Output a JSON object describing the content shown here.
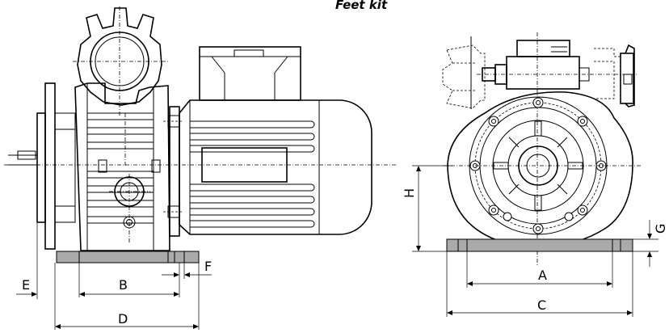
{
  "title": "Feet kit",
  "dimensions": {
    "A": "A",
    "B": "B",
    "C": "C",
    "D": "D",
    "E": "E",
    "F": "F",
    "G": "G",
    "H": "H"
  },
  "views": [
    {
      "name": "side-view"
    },
    {
      "name": "front-view"
    }
  ]
}
